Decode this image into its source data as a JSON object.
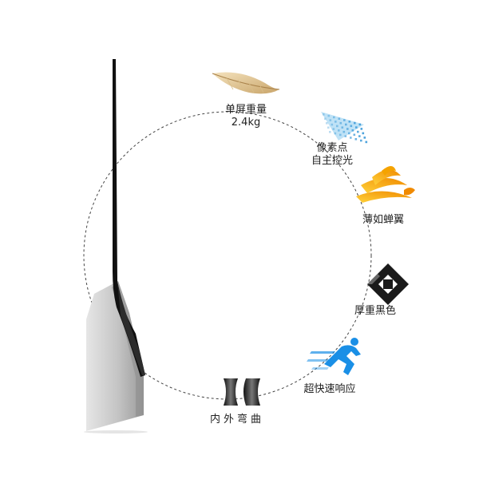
{
  "features": [
    {
      "id": "weight",
      "lines": [
        "单屏重量",
        "2.4kg"
      ],
      "icon": "feather-icon"
    },
    {
      "id": "pixel",
      "lines": [
        "像素点",
        "自主控光"
      ],
      "icon": "pixel-grid-icon"
    },
    {
      "id": "thin",
      "lines": [
        "薄如蝉翼"
      ],
      "icon": "cicada-wing-icon"
    },
    {
      "id": "black",
      "lines": [
        "厚重黑色"
      ],
      "icon": "black-logo-icon"
    },
    {
      "id": "fast",
      "lines": [
        "超快速响应"
      ],
      "icon": "running-man-icon"
    },
    {
      "id": "curve",
      "lines": [
        "内外弯曲"
      ],
      "icon": "curved-panels-icon"
    }
  ],
  "colors": {
    "wing_gold": "#f5a300",
    "runner_blue": "#1a8fe6",
    "pixel_blue": "#4aa8e0",
    "stand_gray": "#c9c9c9",
    "panel_black": "#111111"
  }
}
